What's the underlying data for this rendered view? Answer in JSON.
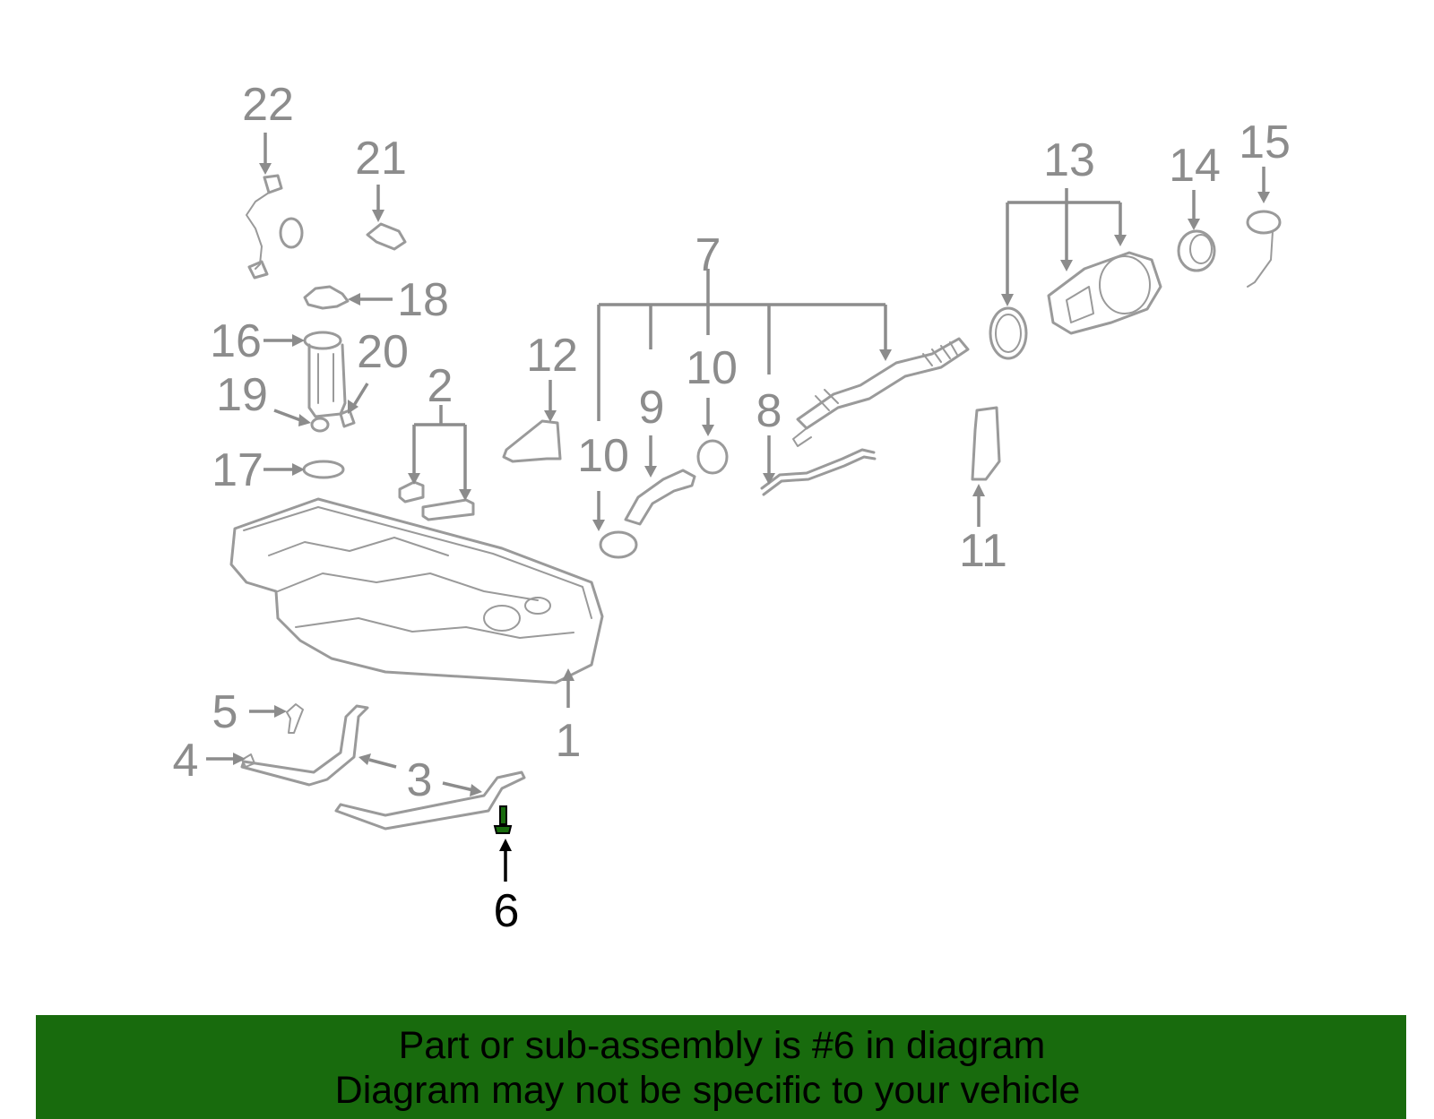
{
  "diagram": {
    "callouts": [
      "1",
      "2",
      "3",
      "4",
      "5",
      "6",
      "7",
      "8",
      "9",
      "10",
      "10",
      "11",
      "12",
      "13",
      "14",
      "15",
      "16",
      "17",
      "18",
      "19",
      "20",
      "21",
      "22"
    ],
    "highlighted_callout": "6",
    "colors": {
      "parts": "#9a9a9a",
      "labels": "#8c8c8c",
      "highlight": "#000000",
      "highlight_part": "#186b0d"
    }
  },
  "banner": {
    "line1": "Part or sub-assembly is #6 in diagram",
    "line2": "Diagram may not be specific to your vehicle",
    "background": "#186b0d"
  }
}
